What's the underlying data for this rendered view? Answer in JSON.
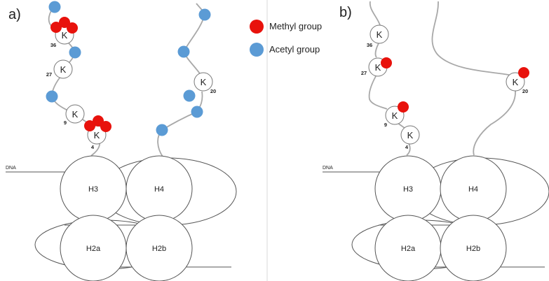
{
  "panels": [
    {
      "id": "a",
      "label": "a)"
    },
    {
      "id": "b",
      "label": "b)"
    }
  ],
  "legend": {
    "methyl": {
      "label": "Methyl group",
      "color": "#e8120c"
    },
    "acetyl": {
      "label": "Acetyl group",
      "color": "#5b9bd5"
    }
  },
  "dna_label": "DNA",
  "histones": {
    "h3": "H3",
    "h4": "H4",
    "h2a": "H2a",
    "h2b": "H2b"
  },
  "lysine_letter": "K",
  "lysine_numbers": {
    "k4": "4",
    "k9": "9",
    "k27": "27",
    "k36": "36",
    "k20": "20"
  },
  "modifications": {
    "panel_a": {
      "K36": "methyl x3",
      "K27": "none",
      "K9": "none",
      "K4": "methyl x3",
      "K20": "none",
      "acetyl_dots": 8
    },
    "panel_b": {
      "K36": "none",
      "K27": "methyl x1",
      "K9": "methyl x1",
      "K4": "none",
      "K20": "methyl x1",
      "acetyl_dots": 0
    }
  }
}
